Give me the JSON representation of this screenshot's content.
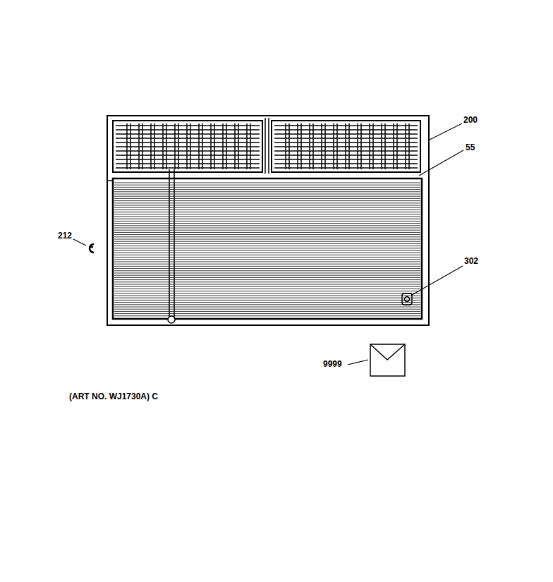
{
  "diagram": {
    "labels": [
      "200",
      "55",
      "212",
      "302",
      "9999",
      "(ART NO. WJ1730A) C"
    ]
  }
}
